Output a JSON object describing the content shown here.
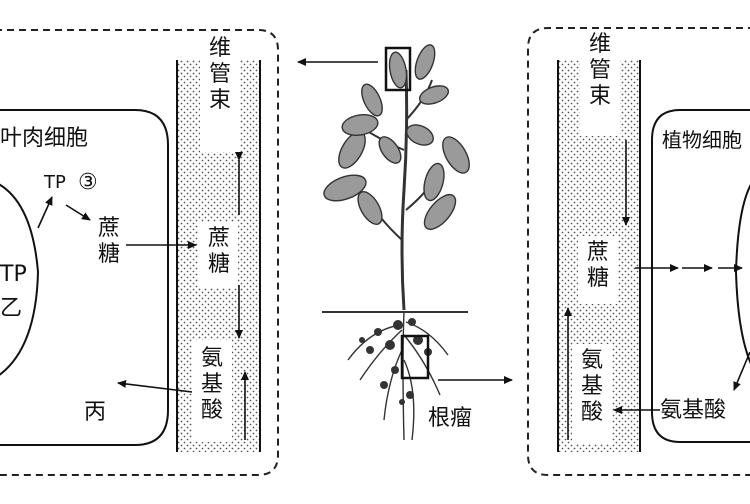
{
  "left_panel": {
    "vessel": "维管束",
    "mesophyll_cell": "叶肉细胞",
    "tp": "TP",
    "circle_num": "③",
    "sucrose_cell": "蔗糖",
    "atp_partial": "TP",
    "yi_partial": "乙",
    "bing": "丙",
    "sucrose_vessel": "蔗糖",
    "amino_acid": "氨基酸"
  },
  "center": {
    "root_nodule": "根瘤"
  },
  "right_panel": {
    "vessel": "维管束",
    "plant_cell_partial": "植物细胞",
    "sucrose_vessel": "蔗糖",
    "amino_acid_vessel": "氨基酸",
    "amino_acid_cell": "氨基酸"
  }
}
